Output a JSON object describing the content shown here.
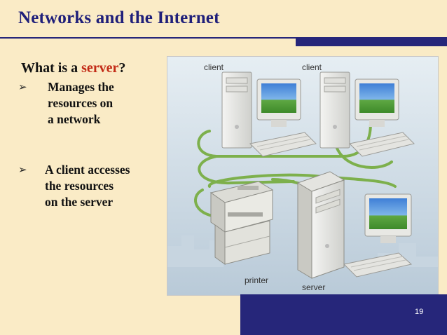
{
  "slide": {
    "title": "Networks and the Internet",
    "question_prefix": "What is a ",
    "question_highlight": "server",
    "question_suffix": "?",
    "bullets": [
      {
        "lines": [
          "Manages the",
          "resources on",
          "a network"
        ]
      },
      {
        "lines": [
          "A client accesses",
          "the resources",
          "on the server"
        ]
      }
    ],
    "bullet_marker": "➢",
    "page_number": "19"
  },
  "illustration": {
    "labels": {
      "client_left": "client",
      "client_right": "client",
      "printer": "printer",
      "server": "server"
    }
  },
  "colors": {
    "background": "#faebc6",
    "title": "#1f1f7a",
    "accent_bar": "#26267a",
    "highlight": "#c22a16",
    "cable": "#7db04c"
  }
}
